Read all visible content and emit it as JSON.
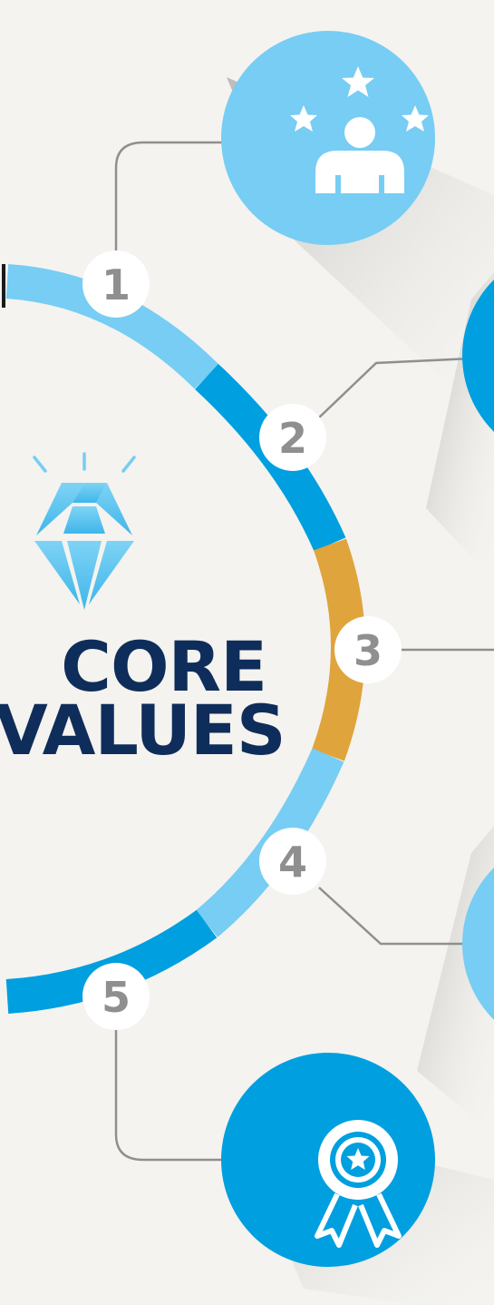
{
  "title": {
    "line1": "CORE",
    "line2": "VALUES"
  },
  "steps": [
    {
      "number": "1",
      "icon": "person-with-stars-icon",
      "color": "#77cdf3"
    },
    {
      "number": "2",
      "icon": "",
      "color": "#009fdf"
    },
    {
      "number": "3",
      "icon": "",
      "color": "#e0a43c"
    },
    {
      "number": "4",
      "icon": "",
      "color": "#77cdf3"
    },
    {
      "number": "5",
      "icon": "award-ribbon-icon",
      "color": "#009fdf"
    }
  ],
  "center_icon": "diamond-icon",
  "colors": {
    "background": "#f4f3ef",
    "navy": "#0f2d5a",
    "light_blue": "#77cdf3",
    "blue": "#009fdf",
    "gold": "#e0a43c",
    "connector": "#8f8f8f"
  }
}
